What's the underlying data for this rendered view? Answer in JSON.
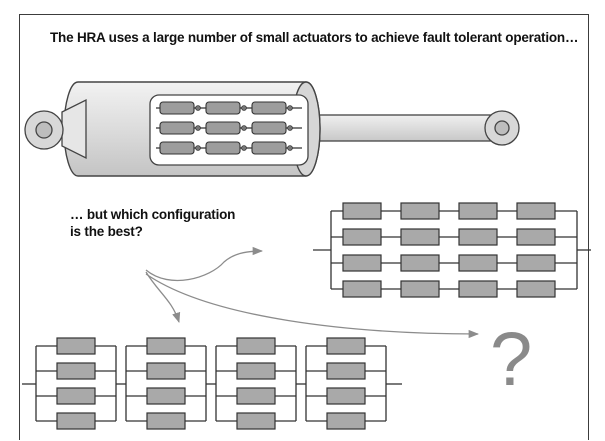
{
  "headline": "The HRA uses a large number of small actuators to achieve fault tolerant operation…",
  "question": "… but which configuration is the best?",
  "unknown_symbol": "?",
  "colors": {
    "actuator_fill": "#a9a9a9",
    "housing_fill": "#e2e2e2",
    "line": "#333333",
    "arrow": "#8c8c8c",
    "question_mark": "#8a8a8a"
  },
  "configurations": [
    {
      "name": "parallel-chains",
      "parallel_rows": 4,
      "series_per_row": 4
    },
    {
      "name": "series-modules",
      "modules": 4,
      "actuators_per_module": 4
    }
  ]
}
